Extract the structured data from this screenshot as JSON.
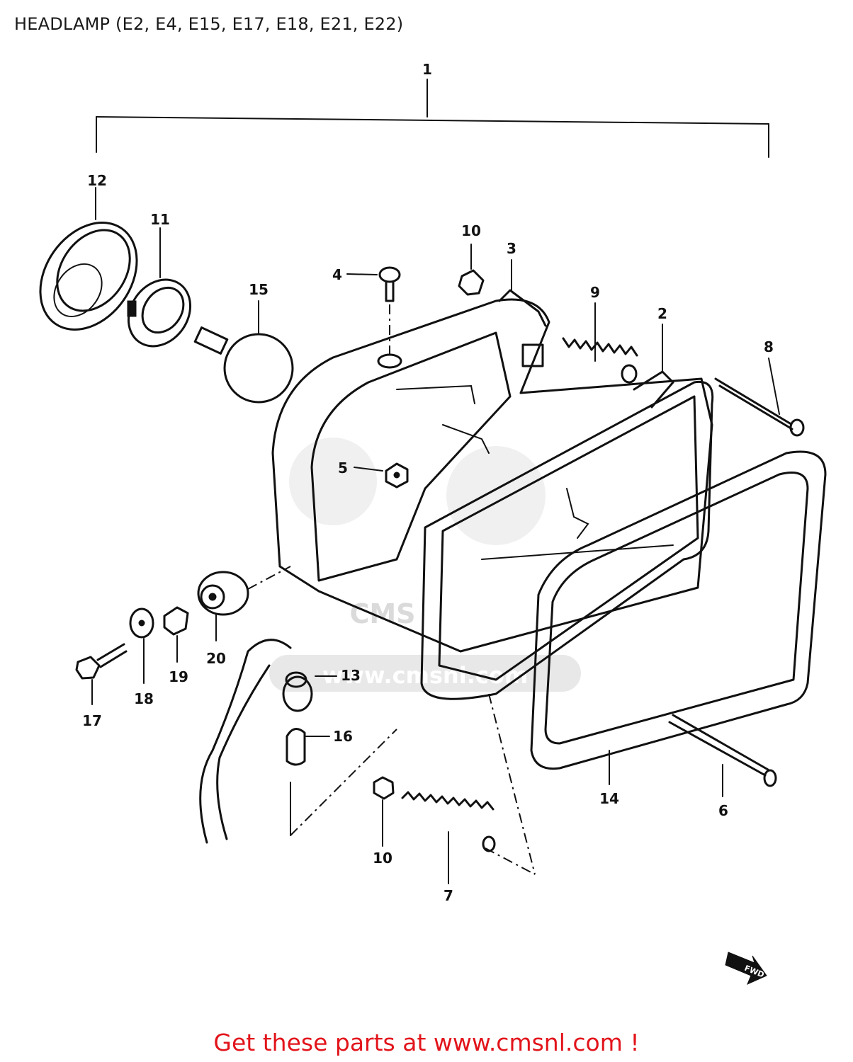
{
  "title": "HEADLAMP (E2, E4, E15, E17, E18, E21, E22)",
  "callouts": {
    "c1": "1",
    "c2": "2",
    "c3": "3",
    "c4": "4",
    "c5": "5",
    "c6": "6",
    "c7": "7",
    "c8": "8",
    "c9": "9",
    "c10a": "10",
    "c10b": "10",
    "c11": "11",
    "c12": "12",
    "c13": "13",
    "c14": "14",
    "c15": "15",
    "c16": "16",
    "c17": "17",
    "c18": "18",
    "c19": "19",
    "c20": "20"
  },
  "watermark": {
    "text": "www.cmsnl.com",
    "logo": "CMS"
  },
  "fwd_marker": "FWD",
  "footer": {
    "text": "Get these parts at www.cmsnl.com !",
    "color": "#e2141b"
  }
}
